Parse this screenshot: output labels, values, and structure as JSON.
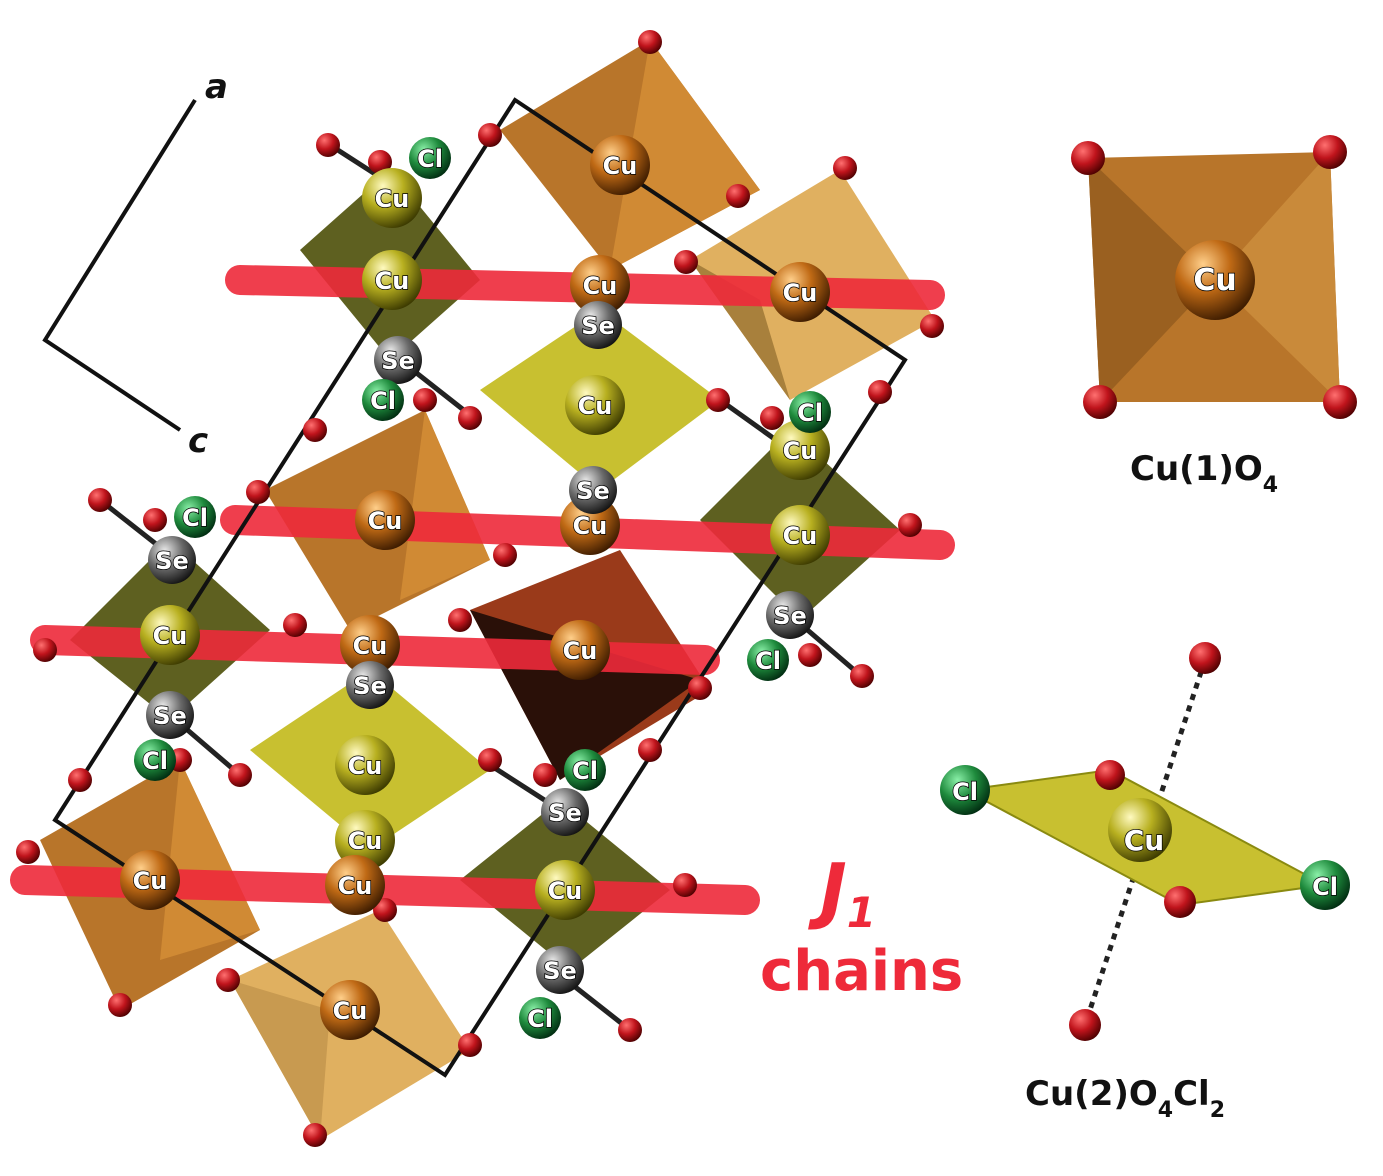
{
  "labels": {
    "axis_a": "a",
    "axis_c": "c",
    "atom_cu": "Cu",
    "atom_se": "Se",
    "atom_cl": "Cl",
    "j1_letter": "J",
    "j1_sub": "1",
    "chains": "chains",
    "cu1_main": "Cu(1)O",
    "cu1_sub": "4",
    "cu2_main_a": "Cu(2)O",
    "cu2_sub_a": "4",
    "cu2_main_b": "Cl",
    "cu2_sub_b": "2"
  },
  "colors": {
    "oxygen": "#c0141c",
    "chain": "#ee2a3a",
    "cu1_poly": "#b8752a",
    "cu1_poly_light": "#e0b060",
    "cu2_poly": "#c8c030",
    "cu2_poly_dark": "#5e6020",
    "cl_atom": "#1e8a3c",
    "se_atom": "#707070",
    "cell": "#111111"
  }
}
